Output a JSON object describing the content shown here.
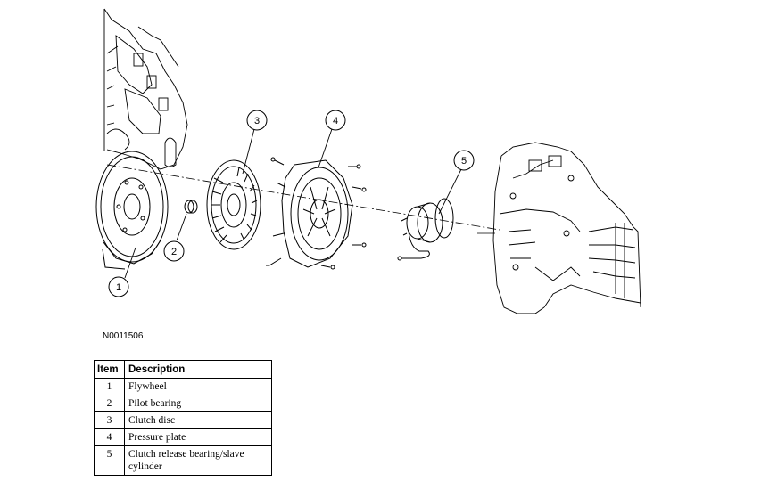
{
  "figure_id": "N0011506",
  "callouts": [
    "1",
    "2",
    "3",
    "4",
    "5"
  ],
  "table": {
    "headers": [
      "Item",
      "Description"
    ],
    "rows": [
      {
        "item": "1",
        "description": "Flywheel"
      },
      {
        "item": "2",
        "description": "Pilot bearing"
      },
      {
        "item": "3",
        "description": "Clutch disc"
      },
      {
        "item": "4",
        "description": "Pressure plate"
      },
      {
        "item": "5",
        "description": "Clutch release bearing/slave cylinder"
      }
    ]
  }
}
